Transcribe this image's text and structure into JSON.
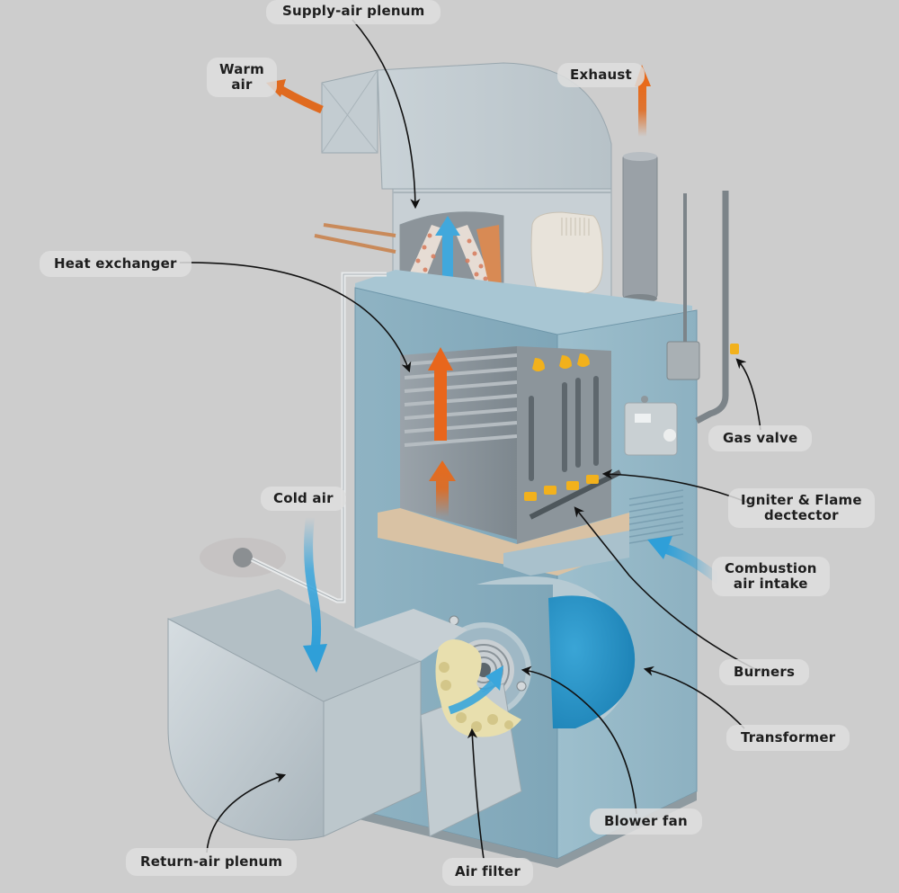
{
  "diagram": {
    "subject": "Gas furnace cutaway",
    "background_color": "#cdcdcd",
    "colors": {
      "warm_air_arrow": "#e06a1f",
      "cold_air_arrow": "#3aa6dc",
      "cabinet": "#8fb5c6",
      "duct": "#c4cdd2",
      "label_bg": "#dedede",
      "label_text": "#1e1e1e",
      "leader_line": "#111111"
    },
    "labels": {
      "supply_air_plenum": "Supply-air plenum",
      "warm_air_line1": "Warm",
      "warm_air_line2": "air",
      "exhaust": "Exhaust",
      "heat_exchanger": "Heat exchanger",
      "gas_valve": "Gas valve",
      "igniter_line1": "Igniter & Flame",
      "igniter_line2": "dectector",
      "cold_air": "Cold air",
      "combustion_line1": "Combustion",
      "combustion_line2": "air intake",
      "burners": "Burners",
      "transformer": "Transformer",
      "blower_fan": "Blower fan",
      "return_air_plenum": "Return-air plenum",
      "air_filter": "Air filter"
    }
  }
}
